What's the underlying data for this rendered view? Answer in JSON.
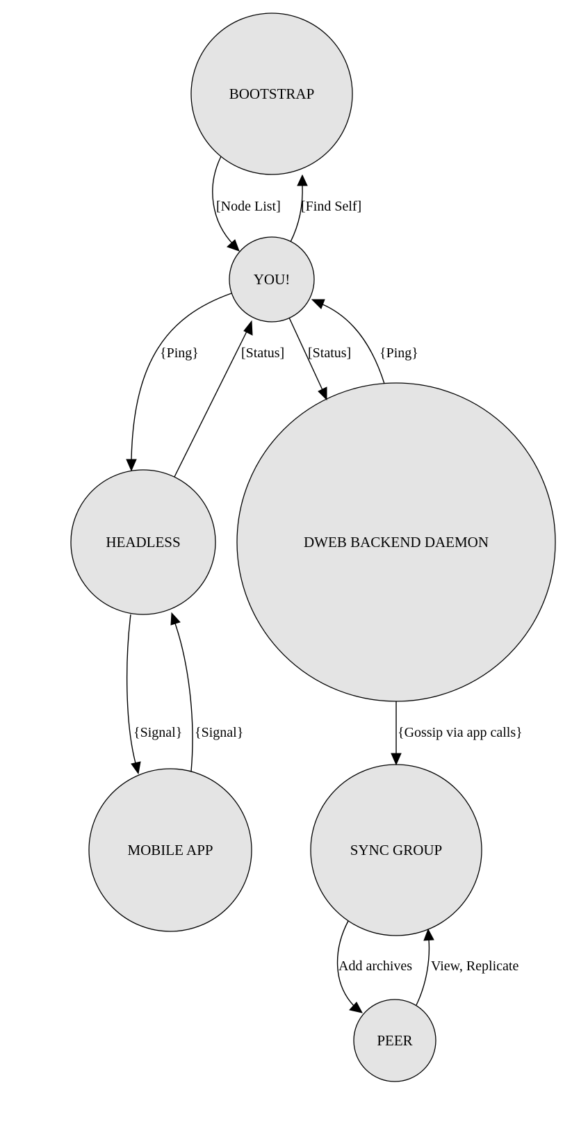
{
  "diagram": {
    "nodes": {
      "bootstrap": "BOOTSTRAP",
      "you": "YOU!",
      "headless": "HEADLESS",
      "dweb": "DWEB BACKEND DAEMON",
      "mobile": "MOBILE APP",
      "sync": "SYNC GROUP",
      "peer": "PEER"
    },
    "edges": {
      "bootstrap_to_you": "[Node List]",
      "you_to_bootstrap": "[Find Self]",
      "you_to_headless": "{Ping}",
      "headless_to_you": "[Status]",
      "you_to_dweb": "[Status]",
      "dweb_to_you": "{Ping}",
      "headless_to_mobile": "{Signal}",
      "mobile_to_headless": "{Signal}",
      "dweb_to_sync": "{Gossip via app calls}",
      "sync_to_peer": "Add archives",
      "peer_to_sync": "View, Replicate"
    },
    "colors": {
      "node_fill": "#e4e4e4",
      "stroke": "#000000",
      "background": "#ffffff"
    }
  }
}
